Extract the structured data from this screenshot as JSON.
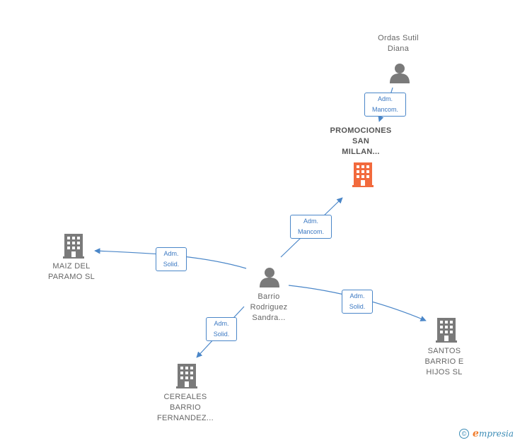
{
  "nodes": {
    "ordas": {
      "label": "Ordas Sutil\nDiana",
      "kind": "person"
    },
    "promociones": {
      "label": "PROMOCIONES\nSAN\nMILLAN...",
      "kind": "company-focus"
    },
    "maiz": {
      "label": "MAIZ DEL\nPARAMO SL",
      "kind": "company"
    },
    "barrio": {
      "label": "Barrio\nRodriguez\nSandra...",
      "kind": "person"
    },
    "santos": {
      "label": "SANTOS\nBARRIO E\nHIJOS SL",
      "kind": "company"
    },
    "cereales": {
      "label": "CEREALES\nBARRIO\nFERNANDEZ...",
      "kind": "company"
    }
  },
  "edges": {
    "ordas_promociones": "Adm.\nMancom.",
    "barrio_promociones": "Adm.\nMancom.",
    "barrio_maiz": "Adm.\nSolid.",
    "barrio_santos": "Adm.\nSolid.",
    "barrio_cereales": "Adm.\nSolid."
  },
  "colors": {
    "edge": "#4a86c8",
    "icon": "#7a7a7a",
    "focus_icon": "#f26a3d"
  },
  "footer": {
    "copyright": "©",
    "brand_initial": "e",
    "brand_rest": "mpresia"
  }
}
